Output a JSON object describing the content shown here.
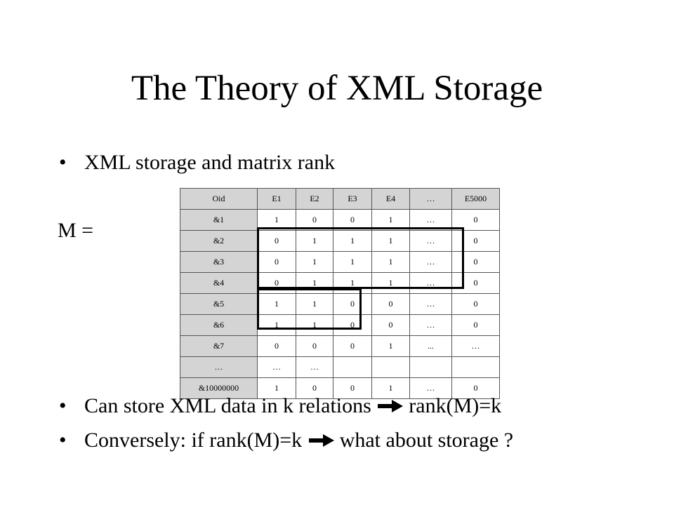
{
  "slide": {
    "title": "The Theory of XML Storage",
    "bullet1": "XML storage and matrix rank",
    "m_label": "M =",
    "bullet2_pre": "Can store XML data in k relations",
    "bullet2_post": "rank(M)=k",
    "bullet3_pre": "Conversely: if rank(M)=k",
    "bullet3_post": "what about storage ?"
  },
  "icons": {
    "bullet": "bullet-dot",
    "arrow": "right-arrow-icon"
  },
  "matrix": {
    "header": [
      "Oid",
      "E1",
      "E2",
      "E3",
      "E4",
      "…",
      "E5000"
    ],
    "rows": [
      [
        "&1",
        "1",
        "0",
        "0",
        "1",
        "…",
        "0"
      ],
      [
        "&2",
        "0",
        "1",
        "1",
        "1",
        "…",
        "0"
      ],
      [
        "&3",
        "0",
        "1",
        "1",
        "1",
        "…",
        "0"
      ],
      [
        "&4",
        "0",
        "1",
        "1",
        "1",
        "…",
        "0"
      ],
      [
        "&5",
        "1",
        "1",
        "0",
        "0",
        "…",
        "0"
      ],
      [
        "&6",
        "1",
        "1",
        "0",
        "0",
        "…",
        "0"
      ],
      [
        "&7",
        "0",
        "0",
        "0",
        "1",
        "...",
        "…"
      ],
      [
        "…",
        "…",
        "…",
        "",
        "",
        "",
        ""
      ],
      [
        "&10000000",
        "1",
        "0",
        "0",
        "1",
        "…",
        "0"
      ]
    ]
  }
}
